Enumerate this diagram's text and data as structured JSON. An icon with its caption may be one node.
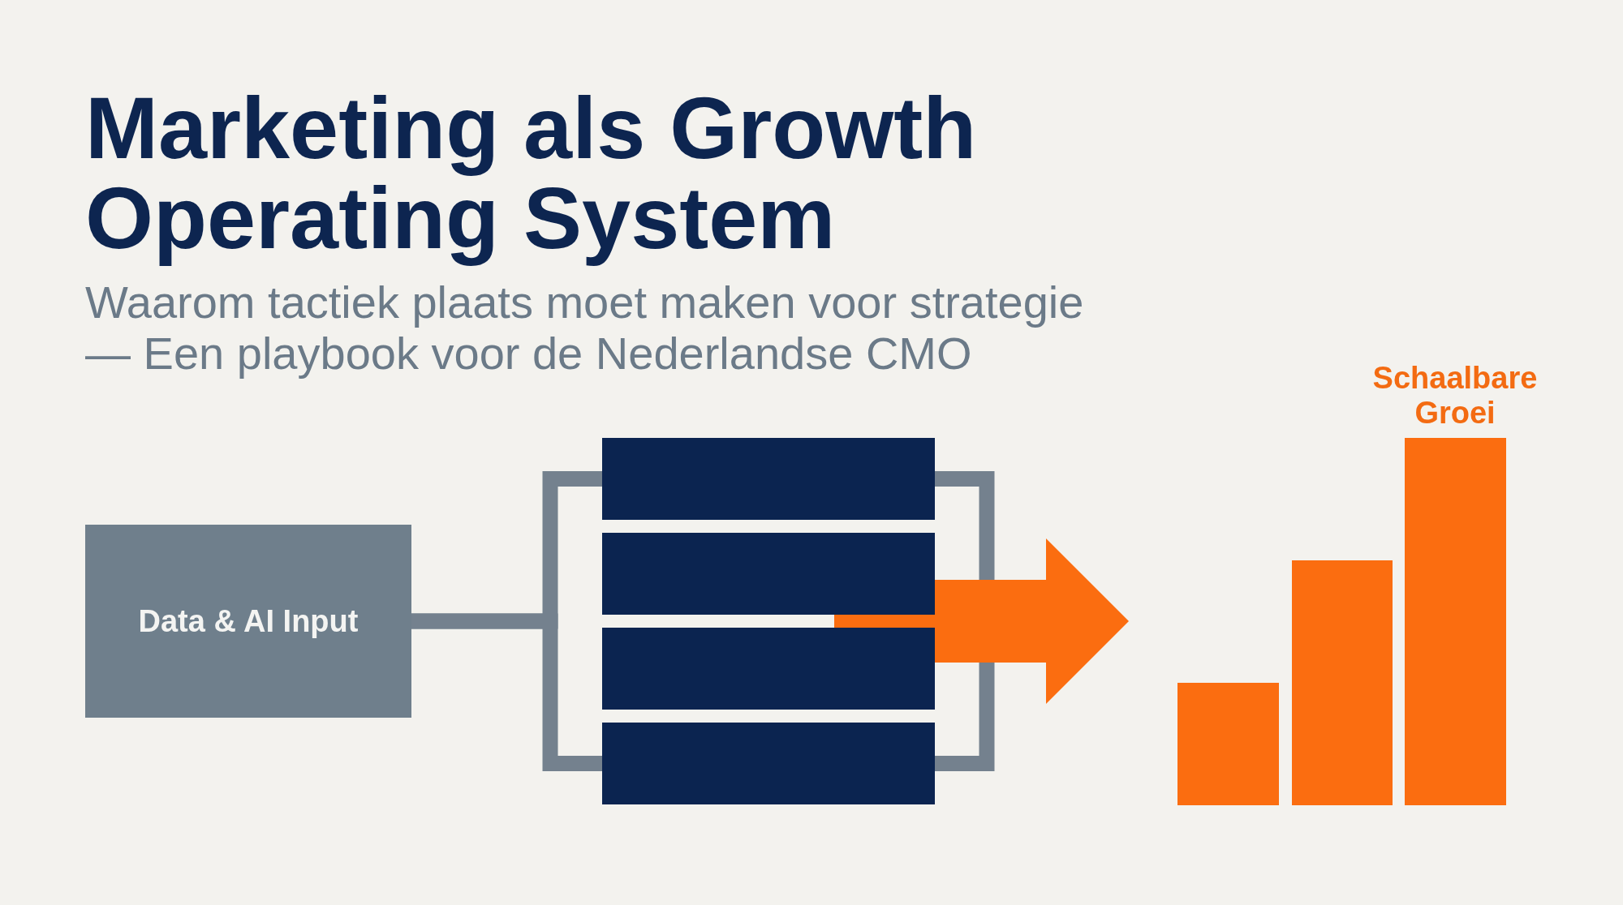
{
  "diagram": {
    "title": "Marketing als Growth Operating System",
    "nodes": [
      {
        "text": [
          "Data & AI Input"
        ]
      },
      {
        "text": [],
        "shape": "bar"
      },
      {
        "text": [],
        "shape": "bar"
      },
      {
        "text": [],
        "shape": "bar"
      },
      {
        "text": [],
        "shape": "bar"
      },
      {
        "text": [],
        "shape": "picture",
        "beside": [
          "Schaalbare Groei"
        ]
      }
    ],
    "edges": [
      {
        "from": 0,
        "to": 1,
        "arrow": "none"
      },
      {
        "from": 0,
        "to": 4,
        "arrow": "none"
      },
      {
        "from": 1,
        "to": 4,
        "arrow": "none"
      },
      {
        "from": 2,
        "to": 5,
        "arrow": "to",
        "style": "thick",
        "color": "#fb6d10"
      }
    ],
    "labels": [
      "Waarom tactiek plaats moet maken voor strategie — Een playbook voor de Nederlandse CMO"
    ]
  }
}
